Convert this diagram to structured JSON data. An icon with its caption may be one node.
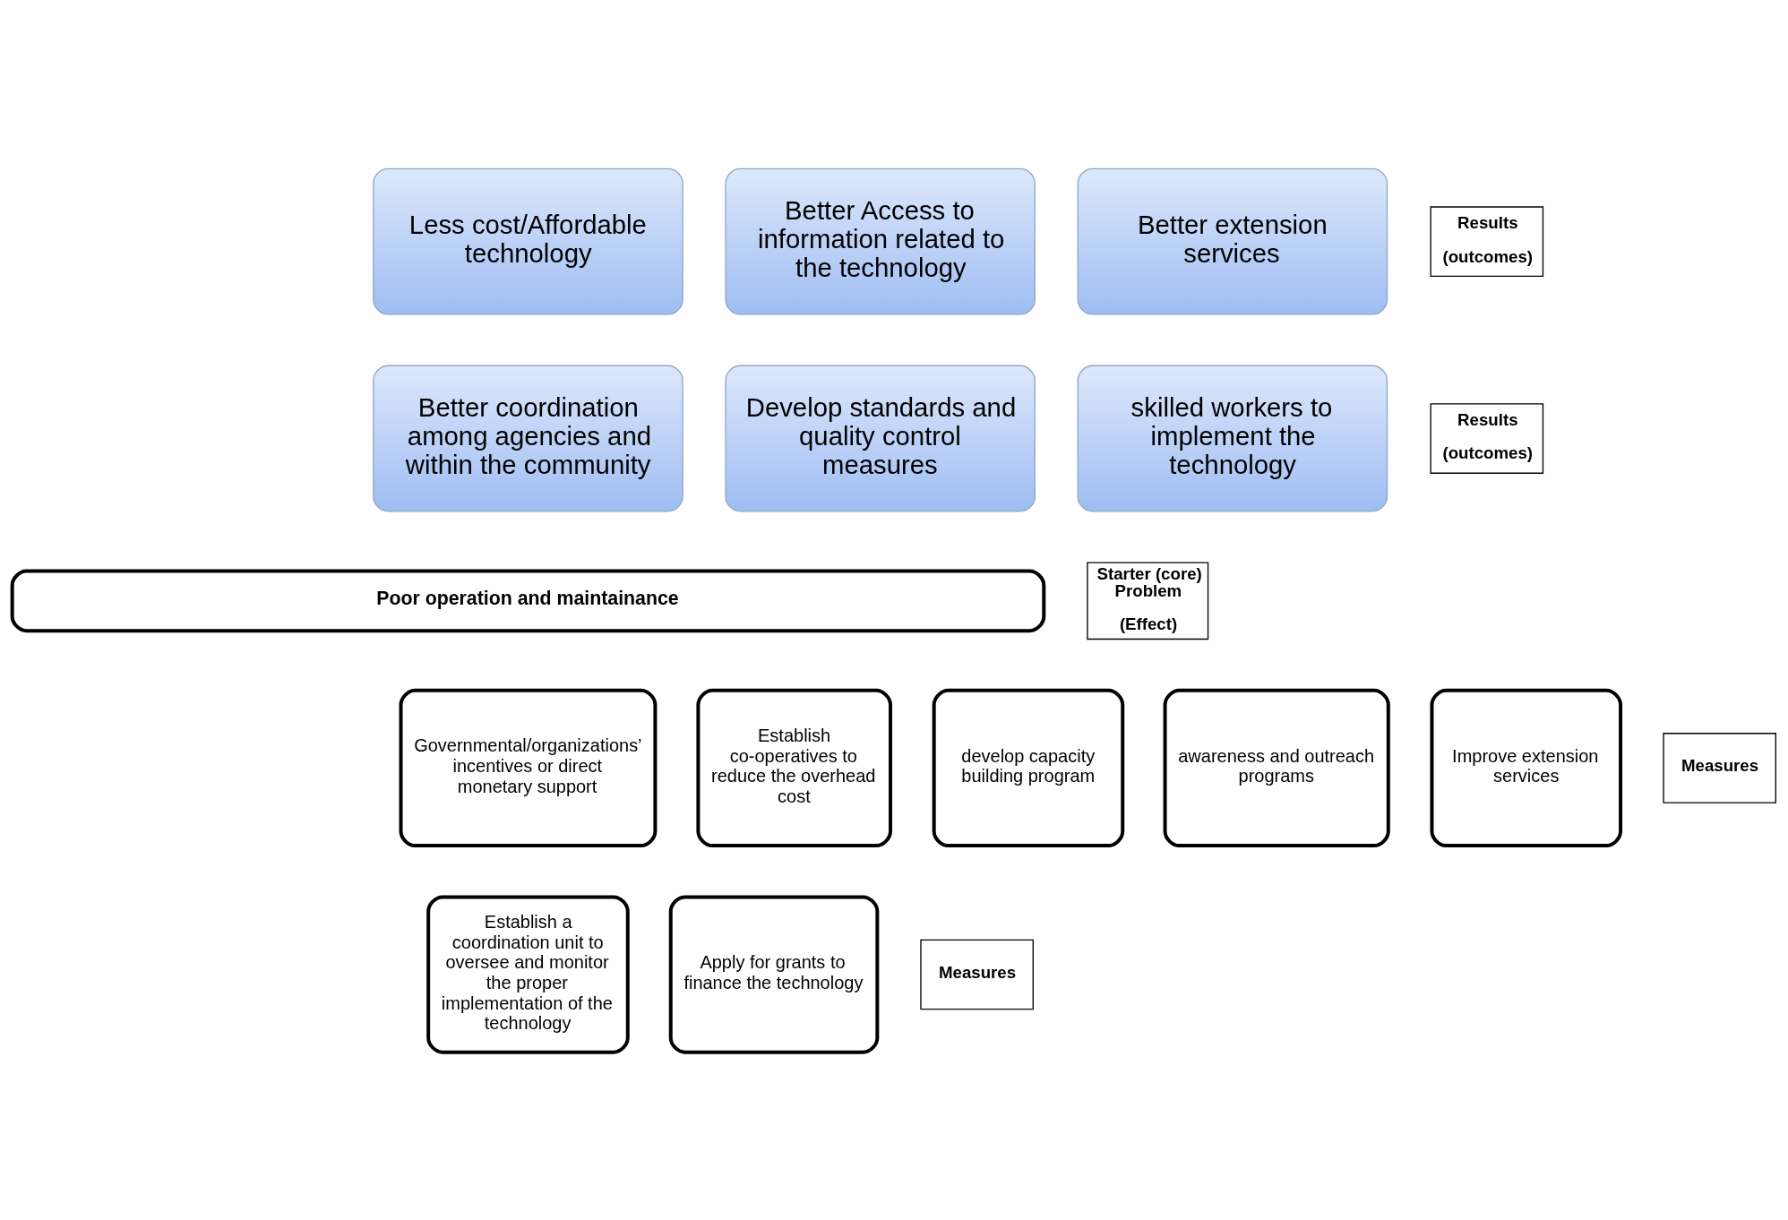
{
  "diagram": {
    "nodes": [
      {
        "text": [
          "Less cost/Affordable technology"
        ]
      },
      {
        "text": [
          "Better Access to information related to the technology"
        ]
      },
      {
        "text": [
          "Better extension services"
        ]
      },
      {
        "text": [
          "Results",
          "(outcomes)"
        ]
      },
      {
        "text": [
          "Better coordination among agencies and within the community"
        ]
      },
      {
        "text": [
          "Develop standards and quality control measures"
        ]
      },
      {
        "text": [
          "skilled workers to implement the technology"
        ]
      },
      {
        "text": [
          "Results",
          "(outcomes)"
        ]
      },
      {
        "text": [
          "Poor operation and maintainance"
        ]
      },
      {
        "text": [
          "Starter (core) Problem",
          "(Effect)"
        ]
      },
      {
        "text": [
          "Governmental/organizations’ incentives or direct monetary support"
        ]
      },
      {
        "text": [
          "Establish co-operatives to reduce the overhead cost"
        ]
      },
      {
        "text": [
          "develop capacity building program"
        ]
      },
      {
        "text": [
          "awareness and outreach programs"
        ]
      },
      {
        "text": [
          "Improve extension services"
        ]
      },
      {
        "text": [
          "Measures"
        ]
      },
      {
        "text": [
          "Establish a coordination unit to oversee and monitor the proper implementation of the technology"
        ]
      },
      {
        "text": [
          "Apply for grants to finance the technology"
        ]
      },
      {
        "text": [
          "Measures"
        ]
      }
    ]
  }
}
